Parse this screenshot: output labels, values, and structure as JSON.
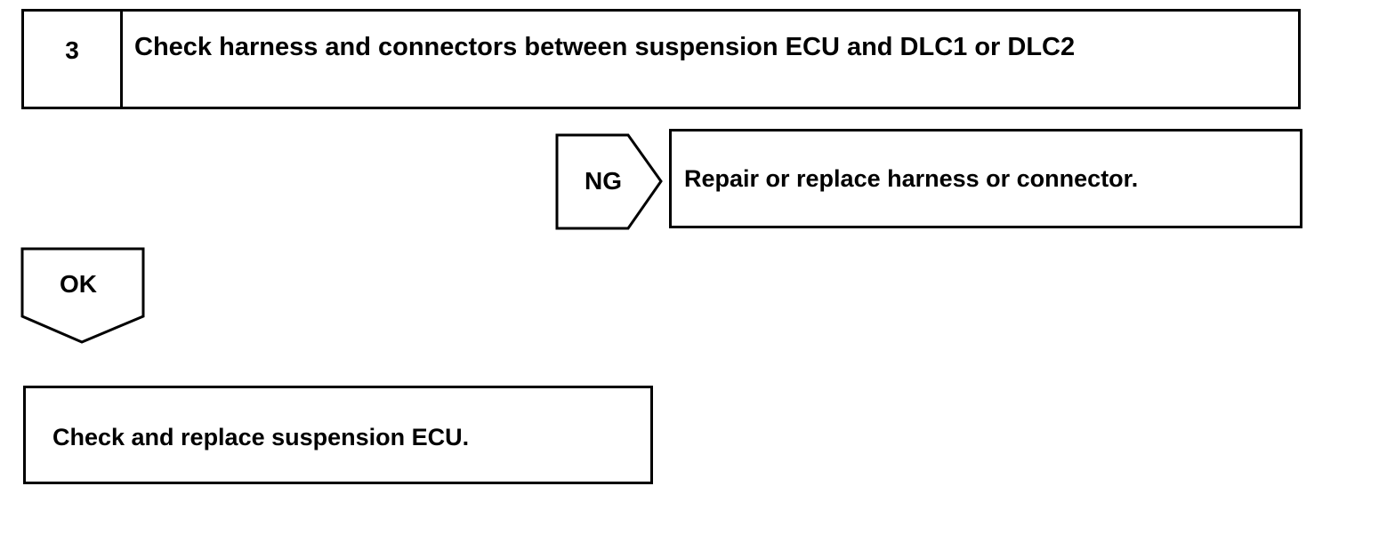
{
  "step": {
    "number": "3",
    "title": "Check harness and connectors between suspension ECU and DLC1 or DLC2"
  },
  "branches": {
    "ng": {
      "label": "NG",
      "action": "Repair or replace harness or connector."
    },
    "ok": {
      "label": "OK",
      "action": "Check and replace suspension ECU."
    }
  }
}
